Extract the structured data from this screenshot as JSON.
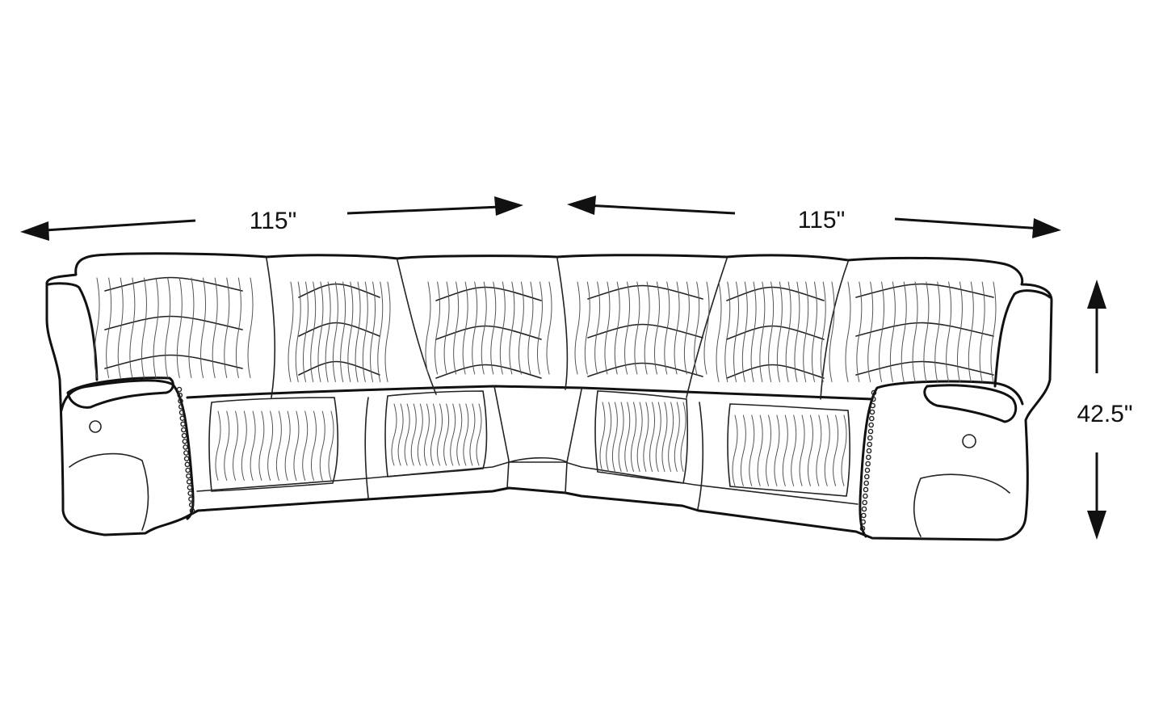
{
  "dimensions": {
    "width_left": "115\"",
    "width_right": "115\"",
    "height": "42.5\""
  },
  "colors": {
    "background": "#ffffff",
    "line": "#111111"
  }
}
